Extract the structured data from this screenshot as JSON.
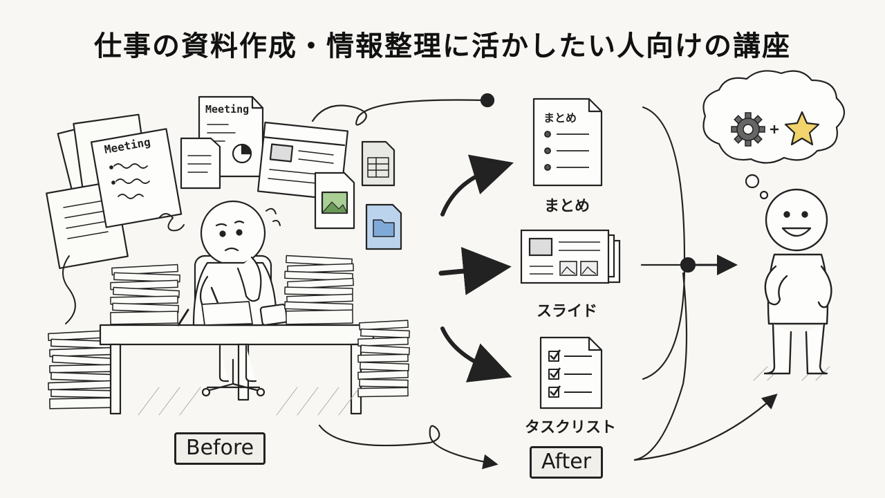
{
  "title": "仕事の資料作成・情報整理に活かしたい人向けの講座",
  "before_label": "Before",
  "after_label": "After",
  "doc_heading": "Meeting",
  "outputs": [
    {
      "card_title": "まとめ",
      "label": "まとめ"
    },
    {
      "card_title": "",
      "label": "スライド"
    },
    {
      "card_title": "",
      "label": "タスクリスト"
    }
  ],
  "colors": {
    "ink": "#222222",
    "paper": "#f8f7f3",
    "star": "#f2d36b",
    "blue_file": "#bcd3ee",
    "green_image": "#a9cf95"
  },
  "icons": [
    "gear-icon",
    "plus-icon",
    "star-icon"
  ]
}
